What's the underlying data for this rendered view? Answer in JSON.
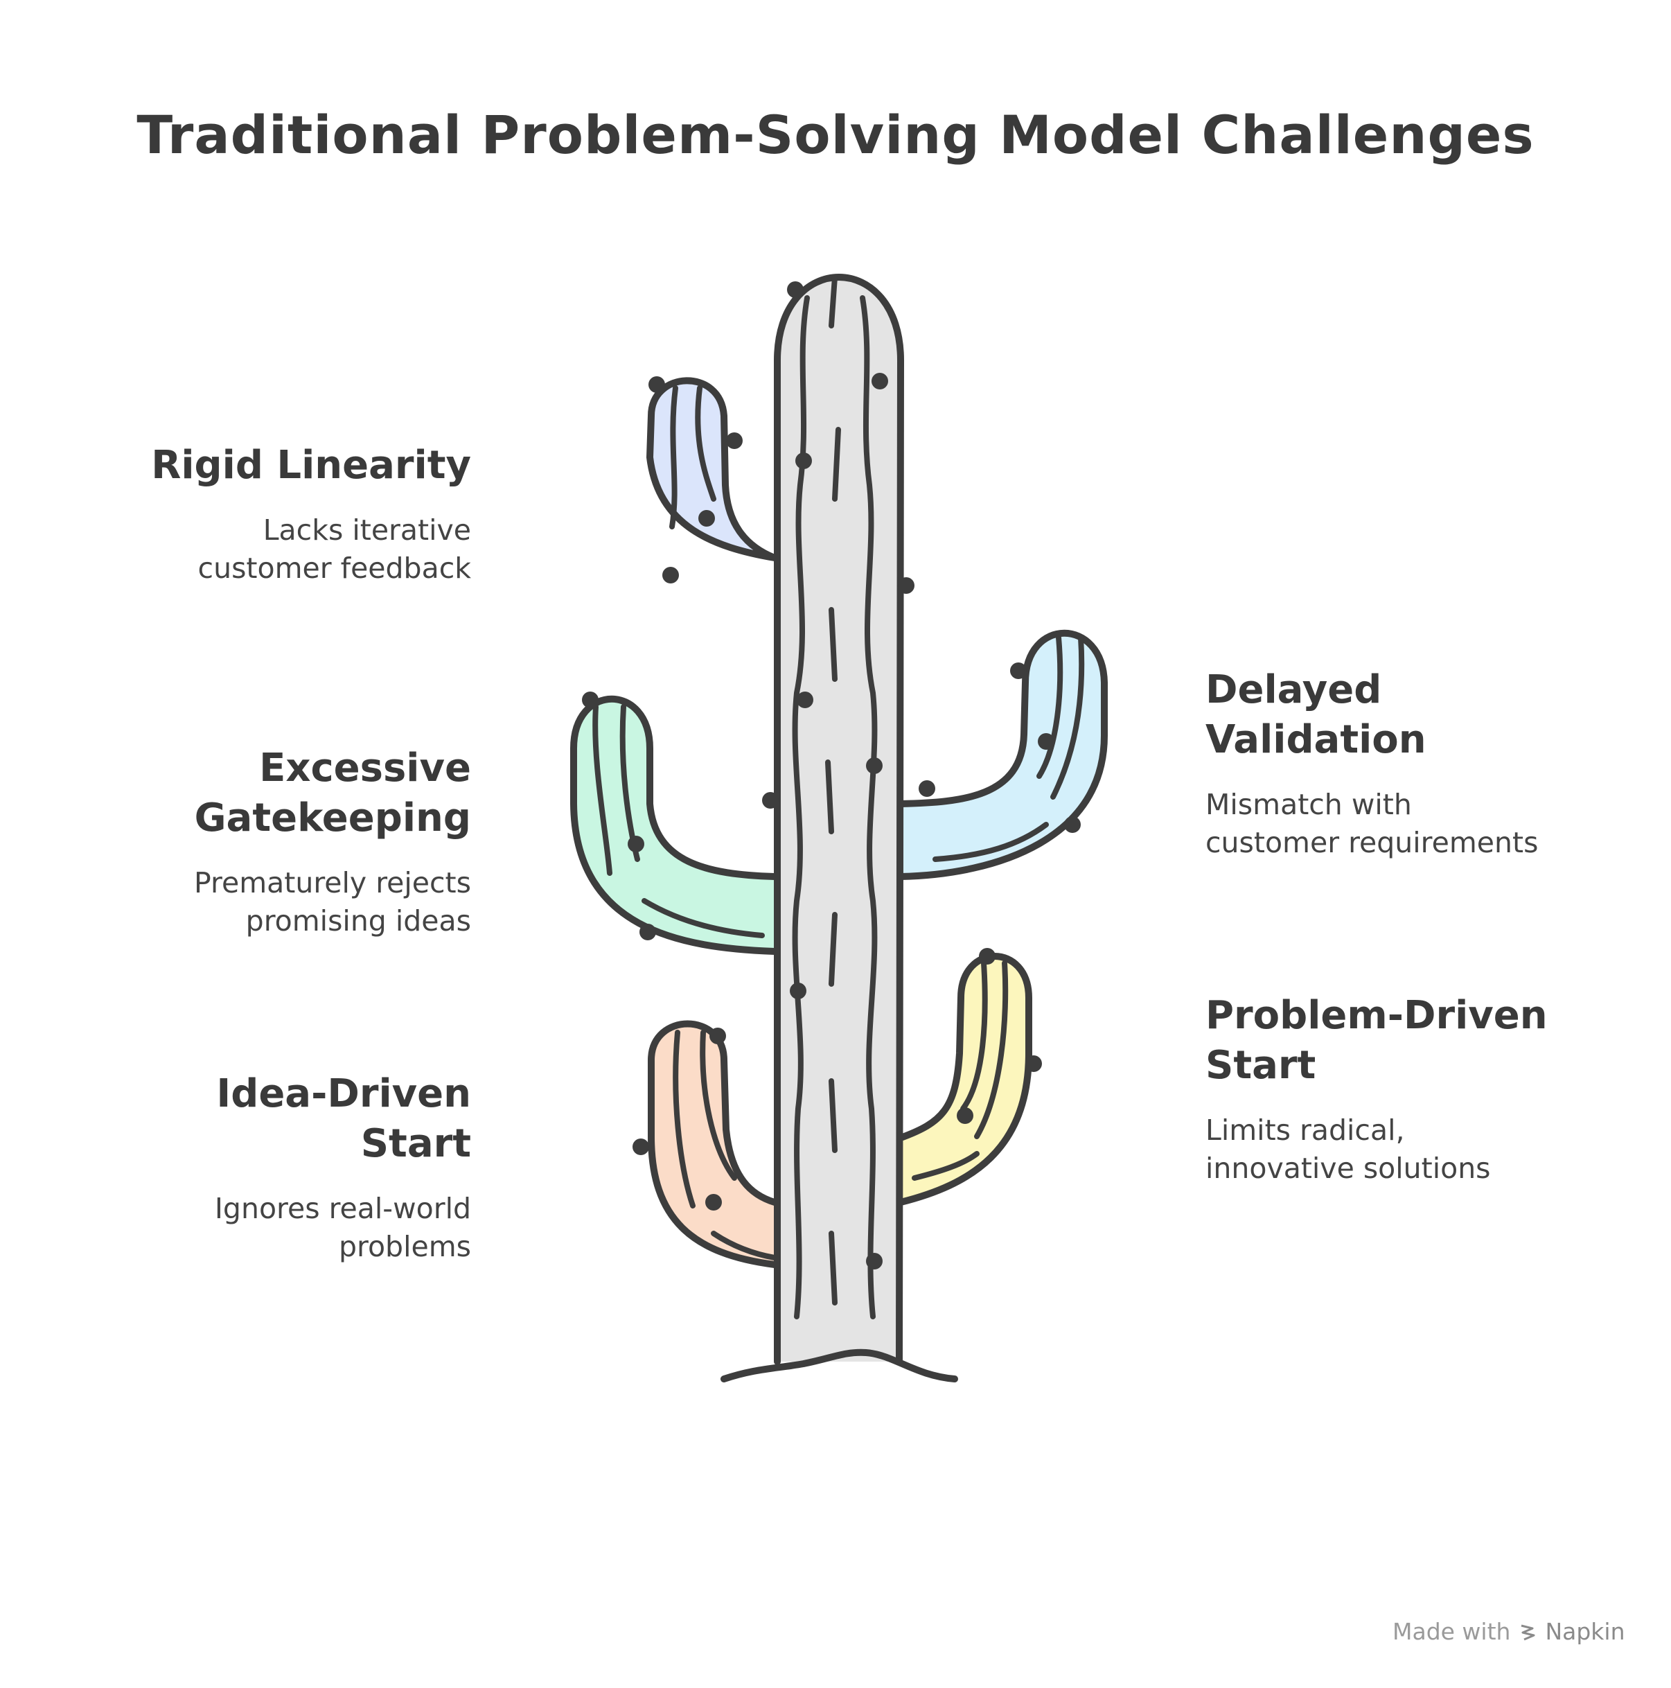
{
  "title": "Traditional Problem-Solving Model Challenges",
  "items": [
    {
      "id": "rigid",
      "heading": "Rigid Linearity",
      "description": "Lacks iterative\ncustomer feedback",
      "color": "#dbe5fb"
    },
    {
      "id": "gate",
      "heading": "Excessive\nGatekeeping",
      "description": "Prematurely rejects\npromising ideas",
      "color": "#c9f6e2"
    },
    {
      "id": "idea",
      "heading": "Idea-Driven\nStart",
      "description": "Ignores real-world\nproblems",
      "color": "#fbdcc8"
    },
    {
      "id": "delay",
      "heading": "Delayed\nValidation",
      "description": "Mismatch with\ncustomer requirements",
      "color": "#d4f0fb"
    },
    {
      "id": "prob",
      "heading": "Problem-Driven\nStart",
      "description": "Limits radical,\ninnovative solutions",
      "color": "#fcf6bd"
    }
  ],
  "trunk_color": "#e4e4e4",
  "outline_color": "#3d3d3d",
  "footer": {
    "made_with": "Made with",
    "brand": "Napkin"
  }
}
